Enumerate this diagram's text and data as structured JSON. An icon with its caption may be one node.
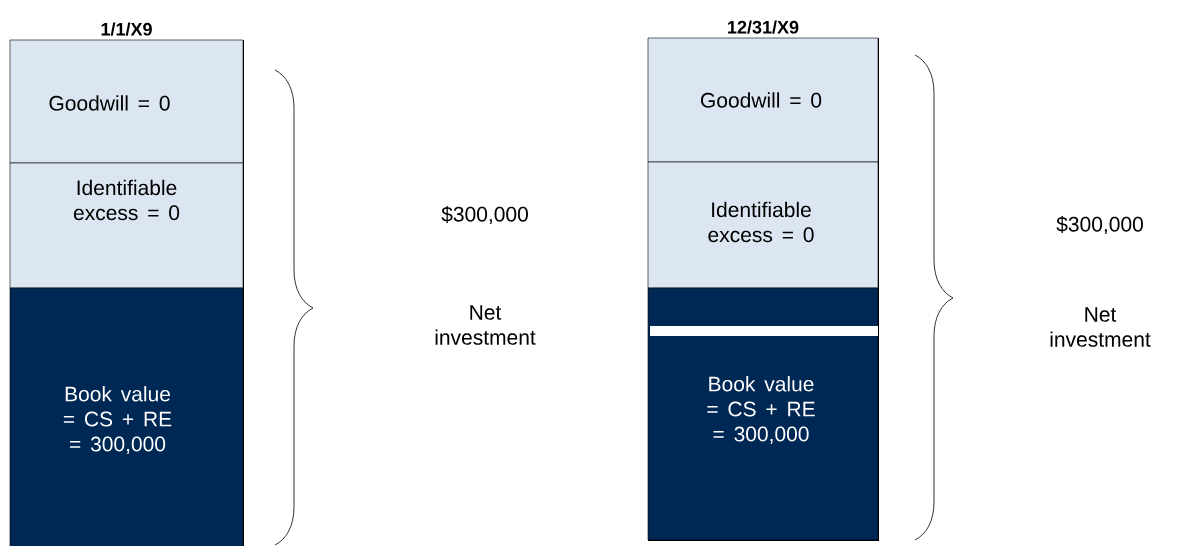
{
  "diagram": {
    "nodes": [
      {
        "text": [
          "1/1/X9"
        ]
      },
      {
        "text": [
          "Goodwill = 0"
        ],
        "in": 0
      },
      {
        "text": [
          "Identifiable excess = 0"
        ],
        "in": 0
      },
      {
        "text": [
          "Book value = CS + RE = 300,000"
        ],
        "in": 0
      },
      {
        "text": [
          "12/31/X9"
        ]
      },
      {
        "text": [
          "Goodwill = 0"
        ],
        "in": 4
      },
      {
        "text": [
          "Identifiable excess = 0"
        ],
        "in": 4
      },
      {
        "text": [
          "Book value = CS + RE = 300,000"
        ],
        "in": 4
      }
    ],
    "labels": [
      "$300,000",
      "Net investment",
      "$300,000",
      "Net investment"
    ]
  }
}
